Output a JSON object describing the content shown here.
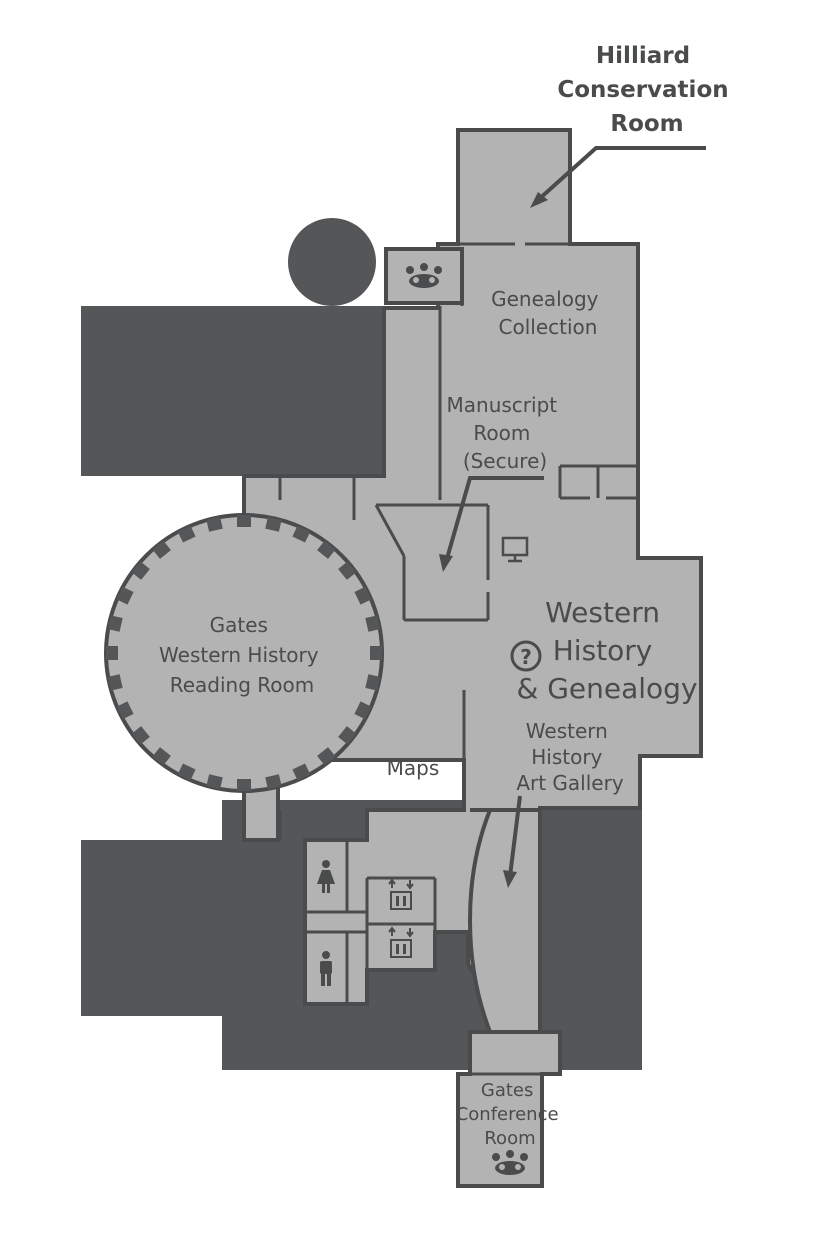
{
  "rooms": {
    "hilliard": [
      "Hilliard",
      "Conservation",
      "Room"
    ],
    "genealogy_collection": [
      "Genealogy",
      "Collection"
    ],
    "manuscript_room": [
      "Manuscript",
      "Room",
      "(Secure)"
    ],
    "gates_reading_room": [
      "Gates",
      "Western History",
      "Reading Room"
    ],
    "western_history_genealogy": [
      "Western",
      "History",
      "& Genealogy"
    ],
    "art_gallery": [
      "Western",
      "History",
      "Art Gallery"
    ],
    "maps": "Maps",
    "gates_conference_room": [
      "Gates",
      "Conference",
      "Room"
    ]
  },
  "icons": {
    "info_desk": "?",
    "meeting_room_icon": "meeting-room-icon",
    "computer_icon": "computer-icon",
    "womens_restroom_icon": "womens-restroom-icon",
    "mens_restroom_icon": "mens-restroom-icon",
    "elevator_icon": "elevator-icon"
  },
  "colors": {
    "floor": "#b3b3b3",
    "wall": "#4a4b4d",
    "non_public_area": "#555658",
    "background": "#ffffff"
  }
}
